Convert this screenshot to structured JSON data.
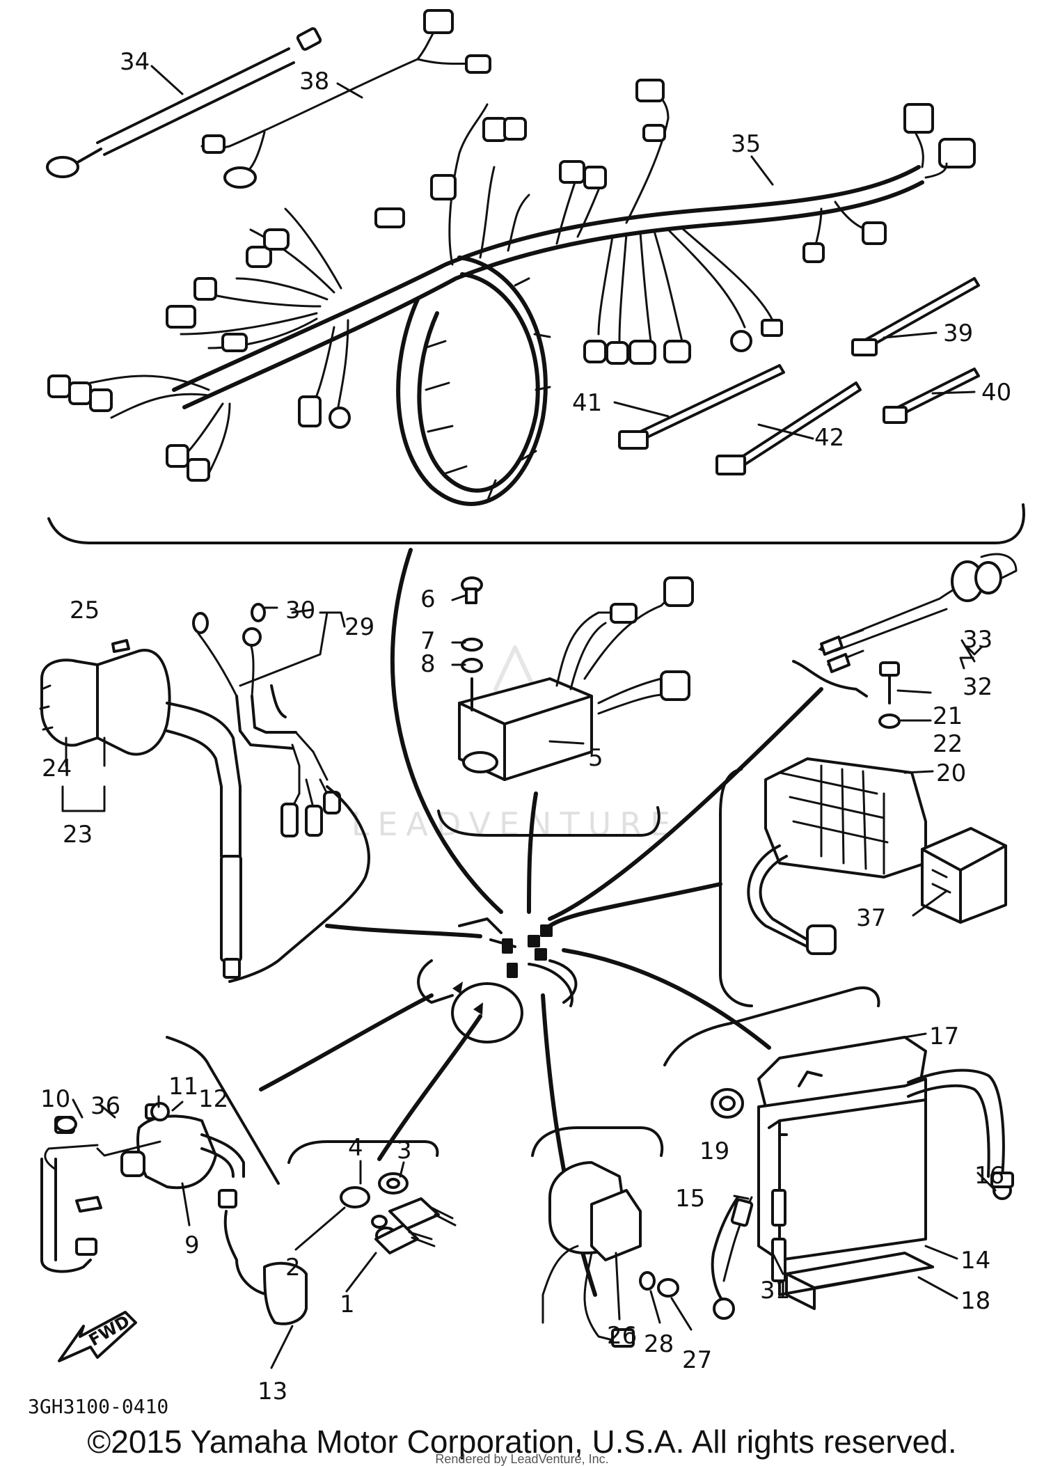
{
  "diagram_code": "3GH3100-0410",
  "copyright": "©2015 Yamaha Motor Corporation, U.S.A. All rights reserved.",
  "rendered_by": "Rendered by LeadVenture, Inc.",
  "watermark": "LEADVENTURE",
  "fwd_label": "FWD",
  "callouts": {
    "c1": "1",
    "c2": "2",
    "c3": "3",
    "c4": "4",
    "c5": "5",
    "c6": "6",
    "c7": "7",
    "c8": "8",
    "c9": "9",
    "c10": "10",
    "c11": "11",
    "c12": "12",
    "c13": "13",
    "c14": "14",
    "c15": "15",
    "c16": "16",
    "c17": "17",
    "c18": "18",
    "c19": "19",
    "c20": "20",
    "c21": "21",
    "c22": "22",
    "c23": "23",
    "c24": "24",
    "c25": "25",
    "c26": "26",
    "c27": "27",
    "c28": "28",
    "c29": "29",
    "c30": "30",
    "c31": "31",
    "c32": "32",
    "c33": "33",
    "c34": "34",
    "c35": "35",
    "c36": "36",
    "c37": "37",
    "c38": "38",
    "c39": "39",
    "c40": "40",
    "c41": "41",
    "c42": "42"
  }
}
